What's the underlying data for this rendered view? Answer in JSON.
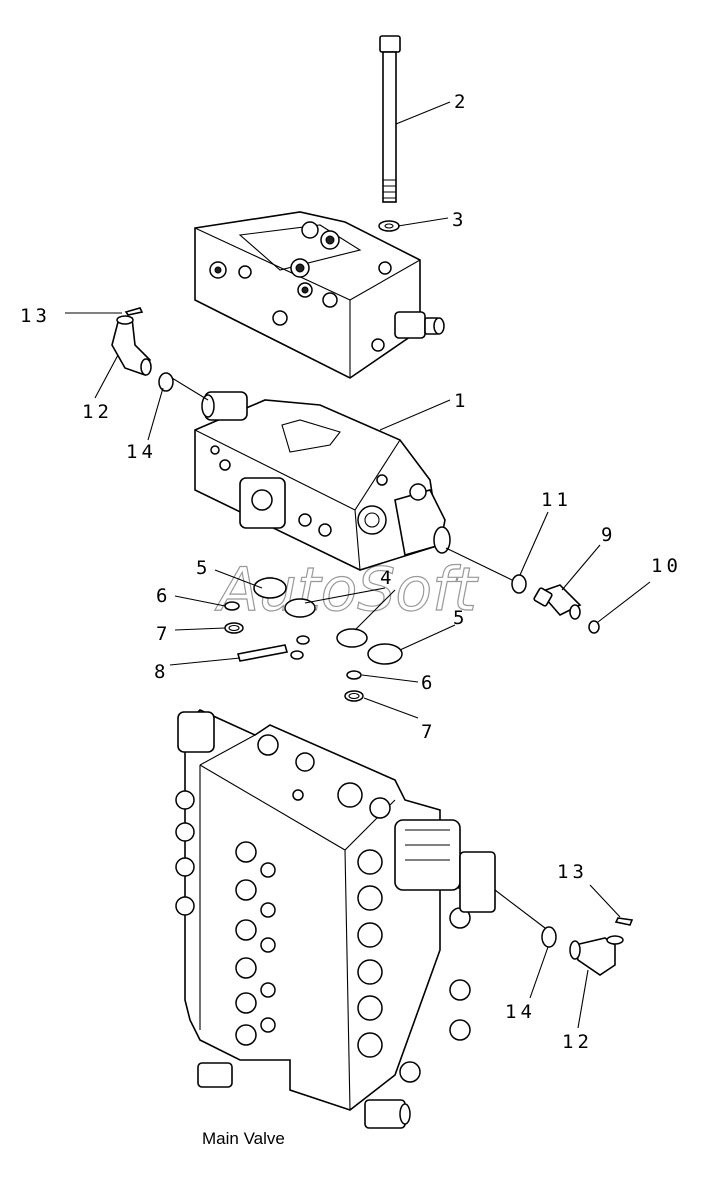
{
  "caption": "Main Valve",
  "watermark": "AutoSoft",
  "callouts": {
    "c1": "1",
    "c2": "2",
    "c3": "3",
    "c4": "4",
    "c5a": "5",
    "c5b": "5",
    "c6a": "6",
    "c6b": "6",
    "c7a": "7",
    "c7b": "7",
    "c8": "8",
    "c9": "9",
    "c10": "10",
    "c11": "11",
    "c12a": "12",
    "c12b": "12",
    "c13a": "13",
    "c13b": "13",
    "c14a": "14",
    "c14b": "14"
  }
}
